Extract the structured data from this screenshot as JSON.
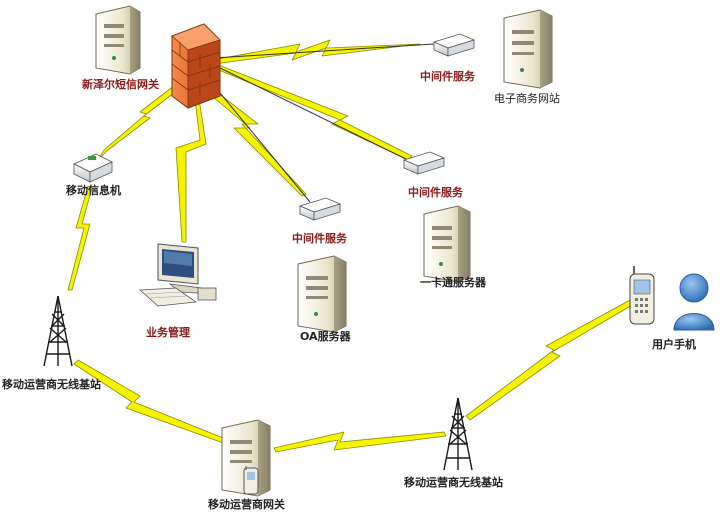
{
  "labels": {
    "sms_gateway": "新泽尔短信网关",
    "middleware_top": "中间件服务",
    "ecommerce": "电子商务网站",
    "mobile_info": "移动信息机",
    "middleware_mid": "中间件服务",
    "middleware_center": "中间件服务",
    "card_server": "一卡通服务器",
    "business_mgmt": "业务管理",
    "oa_server": "OA服务器",
    "user_phone": "用户手机",
    "base_station_left": "移动运营商无线基站",
    "operator_gateway": "移动运营商网关",
    "base_station_right": "移动运营商无线基站"
  },
  "colors": {
    "lightning": "#f4f400",
    "lightning_stroke": "#8a8a00",
    "firewall": "#e8672a",
    "server_body": "#ece6cf",
    "link_line": "#333333",
    "person": "#3d7fc8"
  }
}
